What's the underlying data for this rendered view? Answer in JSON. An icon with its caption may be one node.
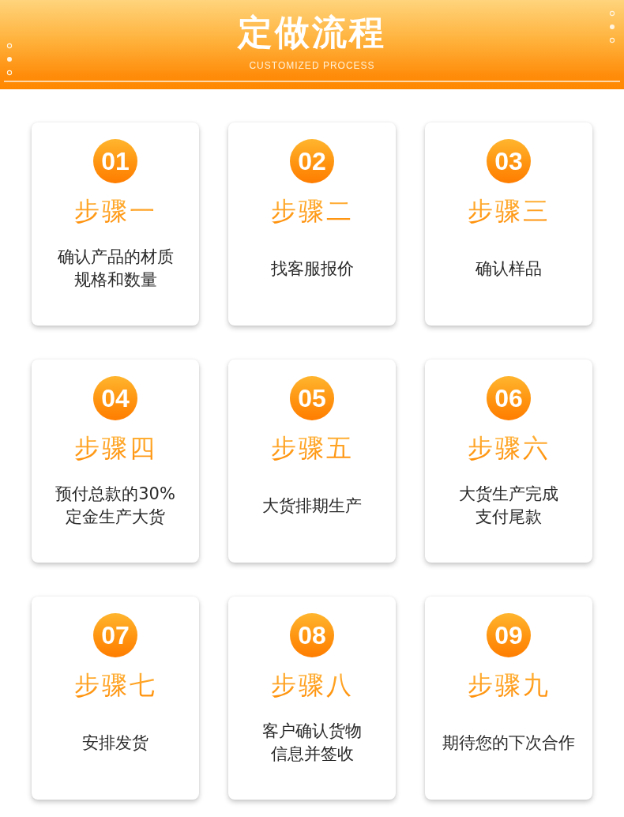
{
  "diagram": {
    "title": "定做流程",
    "nodes": [
      {
        "text": [
          "步骤一",
          "确认产品的材质规格和数量"
        ]
      },
      {
        "text": [
          "01"
        ],
        "in": 0
      },
      {
        "text": [
          "步骤二",
          "找客服报价"
        ]
      },
      {
        "text": [
          "02"
        ],
        "in": 2
      },
      {
        "text": [
          "步骤三",
          "确认样品"
        ]
      },
      {
        "text": [
          "03"
        ],
        "in": 4
      },
      {
        "text": [
          "步骤四",
          "预付总款的30%定金生产大货"
        ]
      },
      {
        "text": [
          "04"
        ],
        "in": 6
      },
      {
        "text": [
          "步骤五",
          "大货排期生产"
        ]
      },
      {
        "text": [
          "05"
        ],
        "in": 8
      },
      {
        "text": [
          "步骤六",
          "大货生产完成支付尾款"
        ]
      },
      {
        "text": [
          "06"
        ],
        "in": 10
      },
      {
        "text": [
          "步骤七",
          "安排发货"
        ]
      },
      {
        "text": [
          "07"
        ],
        "in": 12
      },
      {
        "text": [
          "步骤八",
          "客户确认货物信息并签收"
        ]
      },
      {
        "text": [
          "08"
        ],
        "in": 14
      },
      {
        "text": [
          "步骤九",
          "期待您的下次合作"
        ]
      },
      {
        "text": [
          "09"
        ],
        "in": 16
      }
    ],
    "edges": [],
    "labels": [
      "CUSTOMIZED PROCESS"
    ]
  }
}
